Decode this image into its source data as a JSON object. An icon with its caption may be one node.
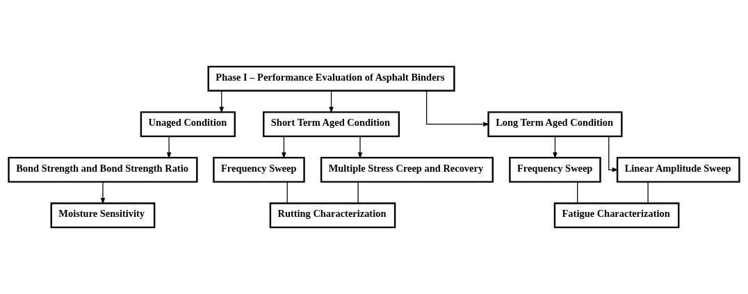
{
  "diagram": {
    "nodes": [
      {
        "text": [
          "Phase I – Performance Evaluation of Asphalt Binders"
        ]
      },
      {
        "text": [
          "Unaged Condition"
        ]
      },
      {
        "text": [
          "Short Term Aged Condition"
        ]
      },
      {
        "text": [
          "Long Term Aged Condition"
        ]
      },
      {
        "text": [
          "Bond Strength and Bond Strength Ratio"
        ]
      },
      {
        "text": [
          "Moisture Sensitivity"
        ]
      },
      {
        "text": [
          "Frequency Sweep"
        ]
      },
      {
        "text": [
          "Multiple Stress Creep and Recovery"
        ]
      },
      {
        "text": [
          "Rutting Characterization"
        ]
      },
      {
        "text": [
          "Frequency Sweep"
        ]
      },
      {
        "text": [
          "Linear Amplitude Sweep"
        ]
      },
      {
        "text": [
          "Fatigue Characterization"
        ]
      }
    ],
    "edges": [
      {
        "from": 0,
        "to": 1,
        "arrow": "to"
      },
      {
        "from": 0,
        "to": 2,
        "arrow": "to"
      },
      {
        "from": 0,
        "to": 3,
        "arrow": "to"
      },
      {
        "from": 1,
        "to": 4,
        "arrow": "to"
      },
      {
        "from": 4,
        "to": 5,
        "arrow": "to"
      },
      {
        "from": 2,
        "to": 6,
        "arrow": "to"
      },
      {
        "from": 2,
        "to": 7,
        "arrow": "to"
      },
      {
        "from": 6,
        "to": 8,
        "arrow": "none"
      },
      {
        "from": 7,
        "to": 8,
        "arrow": "none"
      },
      {
        "from": 3,
        "to": 9,
        "arrow": "to"
      },
      {
        "from": 3,
        "to": 10,
        "arrow": "to"
      },
      {
        "from": 9,
        "to": 11,
        "arrow": "none"
      },
      {
        "from": 10,
        "to": 11,
        "arrow": "none"
      }
    ]
  }
}
